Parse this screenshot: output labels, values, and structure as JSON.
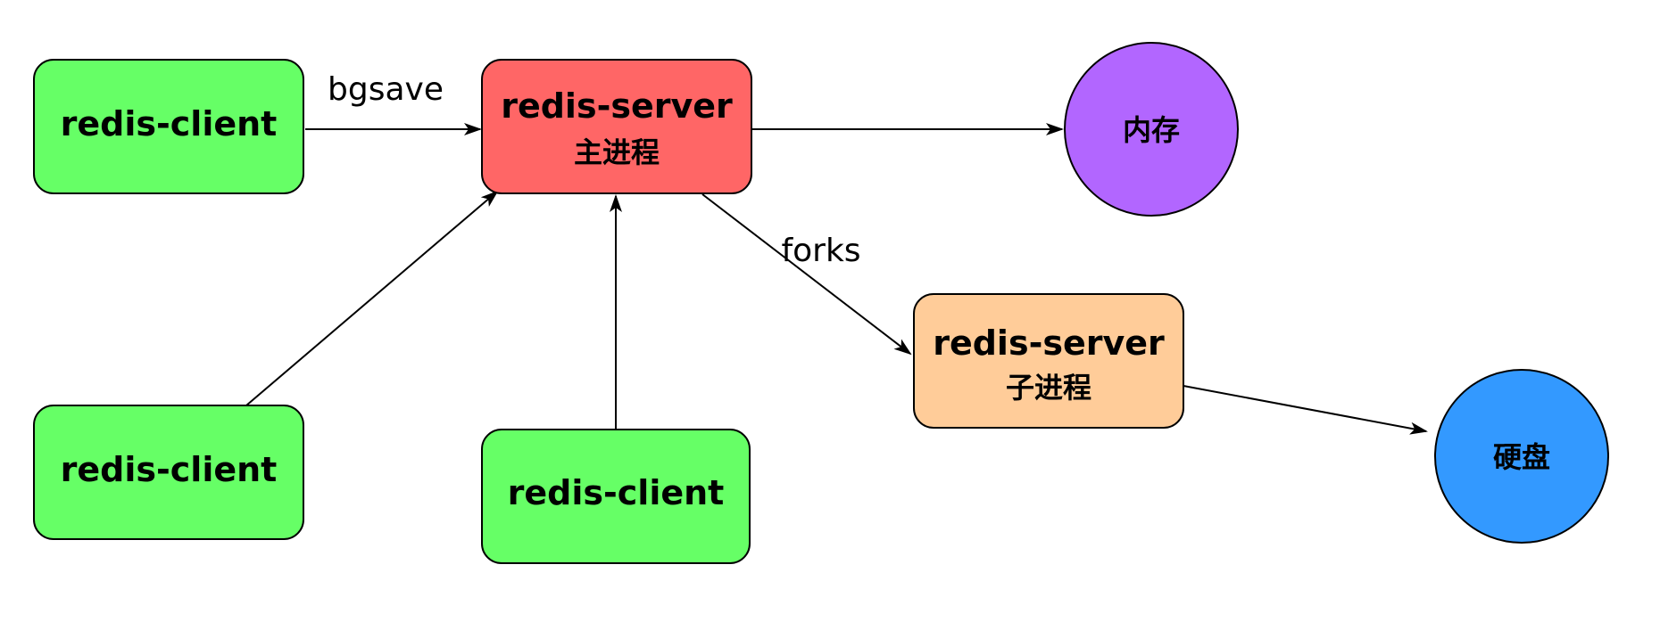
{
  "diagram": {
    "nodes": {
      "client_1": {
        "label": "redis-client",
        "fill": "#66ff66"
      },
      "client_2": {
        "label": "redis-client",
        "fill": "#66ff66"
      },
      "client_3": {
        "label": "redis-client",
        "fill": "#66ff66"
      },
      "server_main": {
        "label": "redis-server",
        "sublabel": "主进程",
        "fill": "#ff6666"
      },
      "server_child": {
        "label": "redis-server",
        "sublabel": "子进程",
        "fill": "#ffcc99"
      },
      "memory": {
        "label": "内存",
        "fill": "#b266ff"
      },
      "disk": {
        "label": "硬盘",
        "fill": "#3399ff"
      }
    },
    "edges": {
      "bgsave": {
        "label": "bgsave",
        "from": "client_1",
        "to": "server_main"
      },
      "forks": {
        "label": "forks",
        "from": "server_main",
        "to": "server_child"
      },
      "client_2_to_main": {
        "from": "client_2",
        "to": "server_main"
      },
      "client_3_to_main": {
        "from": "client_3",
        "to": "server_main"
      },
      "main_to_memory": {
        "from": "server_main",
        "to": "memory"
      },
      "child_to_disk": {
        "from": "server_child",
        "to": "disk"
      }
    }
  }
}
